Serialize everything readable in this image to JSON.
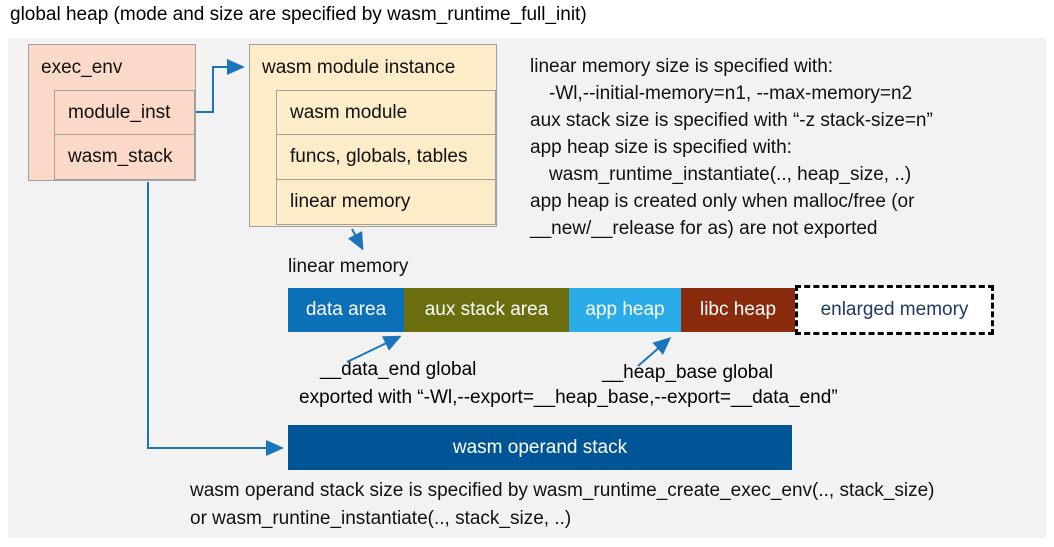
{
  "title": "global heap (mode and size are specified by wasm_runtime_full_init)",
  "exec_env_box": {
    "title": "exec_env",
    "rows": [
      {
        "label": "module_inst"
      },
      {
        "label": "wasm_stack"
      }
    ]
  },
  "module_instance_box": {
    "title": "wasm module instance",
    "rows": [
      {
        "label": "wasm module"
      },
      {
        "label": "funcs, globals, tables"
      },
      {
        "label": "linear memory"
      }
    ]
  },
  "memory_notes": {
    "lines": [
      "linear memory size is specified with:",
      "-Wl,--initial-memory=n1, --max-memory=n2",
      "aux stack size is specified with “-z stack-size=n”",
      "app heap size is specified with:",
      "wasm_runtime_instantiate(.., heap_size, ..)",
      "app heap is created only when malloc/free (or",
      "__new/__release for as) are not exported"
    ]
  },
  "linear_memory": {
    "label": "linear memory",
    "segments": [
      {
        "label": "data area",
        "color": "#0C70B8",
        "text_color": "#FFFFFF"
      },
      {
        "label": "aux stack area",
        "color": "#6A6E0F",
        "text_color": "#FFFFFF"
      },
      {
        "label": "app heap",
        "color": "#2AACE8",
        "text_color": "#FFFFFF"
      },
      {
        "label": "libc heap",
        "color": "#8B2B0D",
        "text_color": "#FFFFFF"
      },
      {
        "label": "enlarged memory",
        "color": "#FFFFFF",
        "text_color": "#1F3864"
      }
    ]
  },
  "globals": {
    "data_end_label": "__data_end global",
    "heap_base_label": "__heap_base global",
    "export_note": "exported with “-Wl,--export=__heap_base,--export=__data_end”"
  },
  "operand_stack": {
    "label": "wasm operand stack",
    "color": "#005597"
  },
  "stack_notes": {
    "lines": [
      "wasm operand stack size is specified by wasm_runtime_create_exec_env(.., stack_size)",
      "or wasm_runtine_instantiate(.., stack_size, ..)"
    ]
  },
  "colors": {
    "panel_bg": "#F2F2F2",
    "struct_fill": "#FBD9C9",
    "module_fill": "#FCECC8",
    "box_border": "#A0A0A0",
    "arrow": "#1B75BC"
  }
}
